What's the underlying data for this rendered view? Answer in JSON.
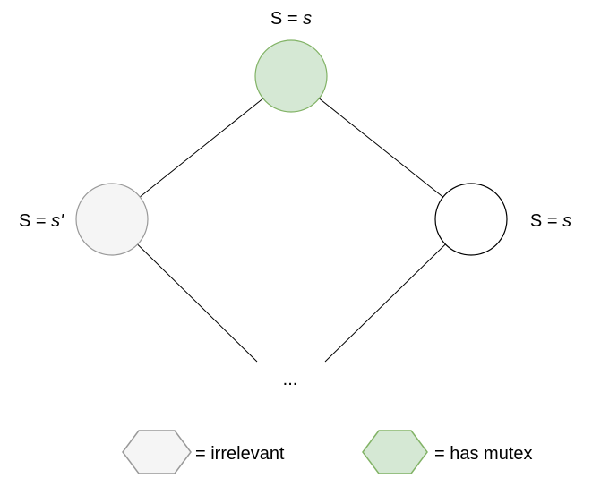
{
  "diagram": {
    "top_node": {
      "label_prefix": "S = ",
      "label_var": "s",
      "state": "has-mutex"
    },
    "left_node": {
      "label_prefix": "S = ",
      "label_var": "s'",
      "state": "irrelevant"
    },
    "right_node": {
      "label_prefix": "S = ",
      "label_var": "s",
      "state": "plain"
    },
    "ellipsis": "...",
    "colors": {
      "has_mutex_fill": "#d5e8d4",
      "has_mutex_stroke": "#82b366",
      "irrelevant_fill": "#f5f5f5",
      "irrelevant_stroke": "#999999",
      "plain_fill": "#ffffff",
      "plain_stroke": "#000000",
      "edge_stroke": "#000000",
      "text_color": "#000000"
    }
  },
  "legend": {
    "items": [
      {
        "shape": "hexagon-icon",
        "label": "= irrelevant",
        "fill": "#f5f5f5",
        "stroke": "#999999"
      },
      {
        "shape": "hexagon-icon",
        "label": "= has mutex",
        "fill": "#d5e8d4",
        "stroke": "#82b366"
      }
    ]
  }
}
